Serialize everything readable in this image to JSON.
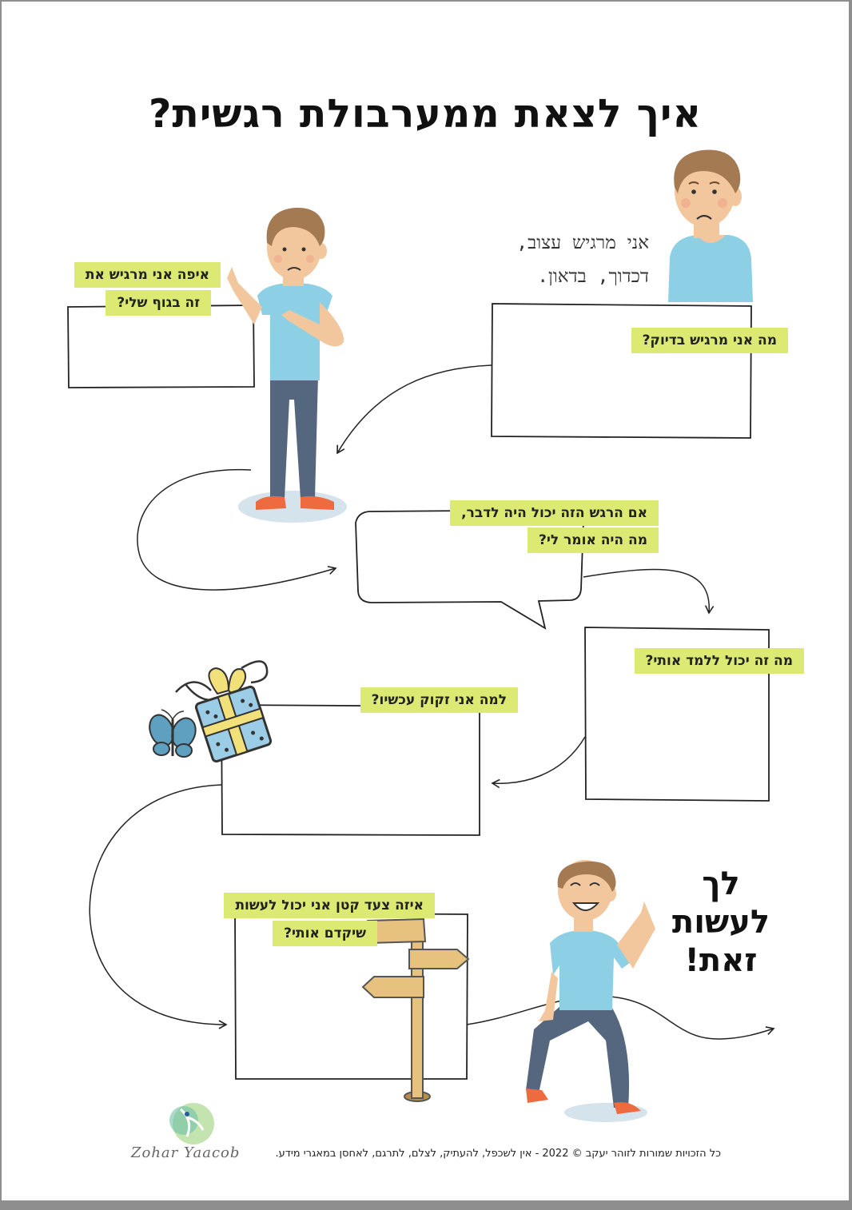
{
  "title": "איך לצאת ממערבולת רגשית?",
  "intro": {
    "line1": "אני מרגיש עצוב,",
    "line2": "דכדוך, בדאון."
  },
  "prompts": {
    "exact_feeling": "מה אני מרגיש בדיוק?",
    "body_1": "איפה אני מרגיש את",
    "body_2": "זה בגוף שלי?",
    "speak_1": "אם הרגש הזה יכול היה לדבר,",
    "speak_2": "מה היה אומר לי?",
    "teach": "מה זה יכול ללמד אותי?",
    "need": "למה אני זקוק עכשיו?",
    "step_1": "איזה צעד קטן אני יכול לעשות",
    "step_2": "שיקדם אותי?"
  },
  "slogan": {
    "line1": "לך",
    "line2": "לעשות",
    "line3": "זאת!"
  },
  "footer": {
    "copyright": "כל הזכויות שמורות לזוהר יעקב © 2022 - אין לשכפל, להעתיק, לצלם, לתרגם, לאחסן במאגרי מידע.",
    "logo_text": "Zohar Yaacob"
  },
  "colors": {
    "highlight": "#dcea73",
    "shirt": "#8dd0e6",
    "pants": "#55677e",
    "skin": "#f2c79e",
    "hair": "#a37a52",
    "shoes": "#ee6a3f"
  }
}
